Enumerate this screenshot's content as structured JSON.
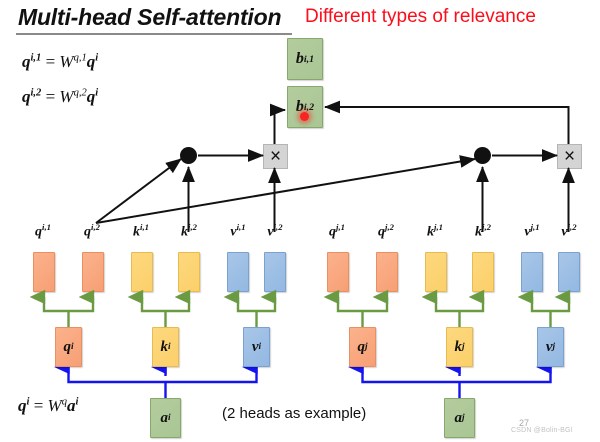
{
  "header": {
    "title": "Multi-head Self-attention",
    "subtitle": "Different types of relevance",
    "subtitle_color": "#fc0d1b"
  },
  "equations": {
    "eq1": "q^{i,1} = W^{q,1} q^i",
    "eq2": "q^{i,2} = W^{q,2} q^i",
    "eq3": "q^i = W^q a^i"
  },
  "caption": "(2 heads as example)",
  "watermark": {
    "page_number": "27",
    "credit": "CSDN @Bolin-BGI"
  },
  "outputs": [
    {
      "name": "b-i-1",
      "base": "b",
      "sup": "i,1",
      "has_red_dot": false,
      "color": "#a9c694"
    },
    {
      "name": "b-i-2",
      "base": "b",
      "sup": "i,2",
      "has_red_dot": true,
      "color": "#a9c694"
    }
  ],
  "operators": {
    "multiply_symbol": "×",
    "dot_symbol": "●"
  },
  "vectors": {
    "colors": {
      "q": "#f79f75",
      "k": "#fcd06a",
      "v": "#93b8e2",
      "a": "#a9c694"
    },
    "group_i": [
      {
        "base": "q",
        "sup": "i,1"
      },
      {
        "base": "q",
        "sup": "i,2"
      },
      {
        "base": "k",
        "sup": "i,1"
      },
      {
        "base": "k",
        "sup": "i,2"
      },
      {
        "base": "v",
        "sup": "i,1"
      },
      {
        "base": "v",
        "sup": "i,2"
      }
    ],
    "group_j": [
      {
        "base": "q",
        "sup": "j,1"
      },
      {
        "base": "q",
        "sup": "j,2"
      },
      {
        "base": "k",
        "sup": "j,1"
      },
      {
        "base": "k",
        "sup": "j,2"
      },
      {
        "base": "v",
        "sup": "j,1"
      },
      {
        "base": "v",
        "sup": "j,2"
      }
    ]
  },
  "heads": {
    "group_i": [
      {
        "base": "q",
        "sup": "i"
      },
      {
        "base": "k",
        "sup": "i"
      },
      {
        "base": "v",
        "sup": "i"
      }
    ],
    "group_j": [
      {
        "base": "q",
        "sup": "j"
      },
      {
        "base": "k",
        "sup": "j"
      },
      {
        "base": "v",
        "sup": "j"
      }
    ]
  },
  "inputs": [
    {
      "base": "a",
      "sup": "i"
    },
    {
      "base": "a",
      "sup": "j"
    }
  ]
}
